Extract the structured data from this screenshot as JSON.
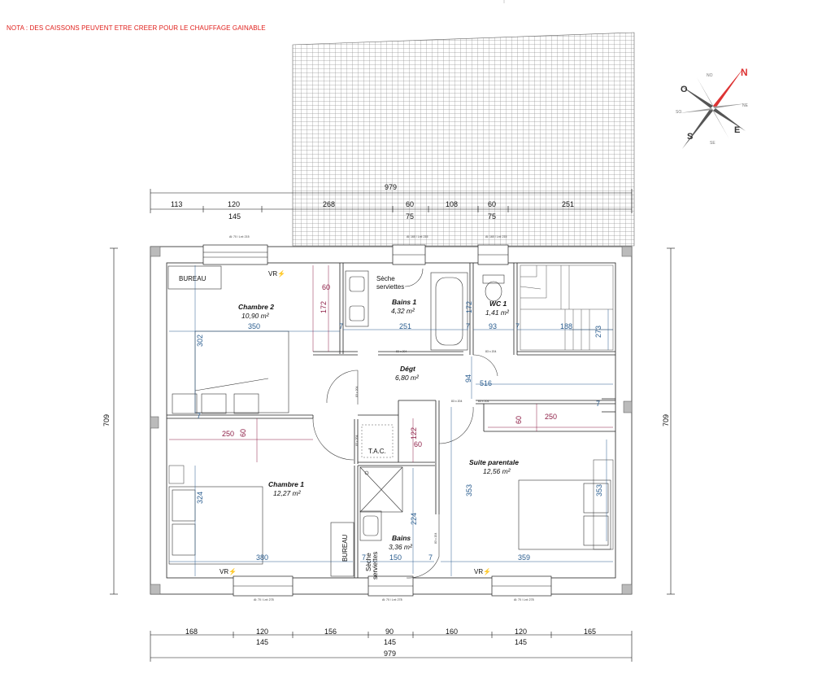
{
  "note": "NOTA : DES CAISSONS PEUVENT ETRE CREER POUR LE CHAUFFAGE GAINABLE",
  "compass": {
    "n": "N",
    "s": "S",
    "e": "E",
    "o": "O",
    "no": "NO",
    "ne": "NE",
    "so": "SO",
    "se": "SE"
  },
  "rooms": {
    "chambre2": {
      "name": "Chambre 2",
      "area": "10,90 m²"
    },
    "bains1": {
      "name": "Bains 1",
      "area": "4,32 m²"
    },
    "wc1": {
      "name": "WC 1",
      "area": "1,41 m²"
    },
    "degt": {
      "name": "Dégt",
      "area": "6,80 m²"
    },
    "suite": {
      "name": "Suite parentale",
      "area": "12,56 m²"
    },
    "chambre1": {
      "name": "Chambre 1",
      "area": "12,27 m²"
    },
    "bains2": {
      "name": "Bains",
      "area": "3,36 m²"
    }
  },
  "labels": {
    "bureau": "BUREAU",
    "seche": "Sèche",
    "serviettes": "serviettes",
    "tac": "T.A.C.",
    "vr": "VR⚡"
  },
  "dims_top": {
    "total": "979",
    "a": "113",
    "b": "120",
    "c": "145",
    "d": "268",
    "e": "60",
    "f": "75",
    "g": "108",
    "h": "60",
    "i": "75",
    "j": "251"
  },
  "dims_bottom": {
    "total": "979",
    "a": "168",
    "b": "120",
    "c": "145",
    "d": "156",
    "e": "90",
    "f": "145",
    "g": "160",
    "h": "120",
    "i": "145",
    "j": "165"
  },
  "dims_side": {
    "left": "709",
    "right": "709"
  },
  "dims_inner": {
    "d302": "302",
    "d350": "350",
    "d172a": "172",
    "d60a": "60",
    "d7a": "7",
    "d251": "251",
    "d7b": "7",
    "d172b": "172",
    "d93": "93",
    "d7c": "7",
    "d188": "188",
    "d273": "273",
    "d94": "94",
    "d516": "516",
    "d7d": "7",
    "d7e": "7",
    "d250a": "250",
    "d60b": "60",
    "d60c": "60",
    "d250b": "250",
    "d122": "122",
    "d60d": "60",
    "d324": "324",
    "d380": "380",
    "d353a": "353",
    "d353b": "353",
    "d224": "224",
    "d150": "150",
    "d7f": "7",
    "d7g": "7",
    "d359": "359"
  },
  "window_tags": {
    "w1": "Al: 70 / Lnt: 215",
    "w2": "Al: 160 / Lnt: 215",
    "w3": "Al: 160 / Lnt: 215",
    "w4": "Al: 70 / Lnt: 278",
    "w5": "Al: 70 / Lnt: 278",
    "w6": "Al: 70 / Lnt: 278"
  },
  "door_tags": {
    "t1": "83 x 204",
    "t2": "83 x 204",
    "t3": "83 x 204",
    "t4": "83 x 204",
    "t5": "83 x 204",
    "t6": "83 x 204",
    "t7": "83 x 204"
  }
}
